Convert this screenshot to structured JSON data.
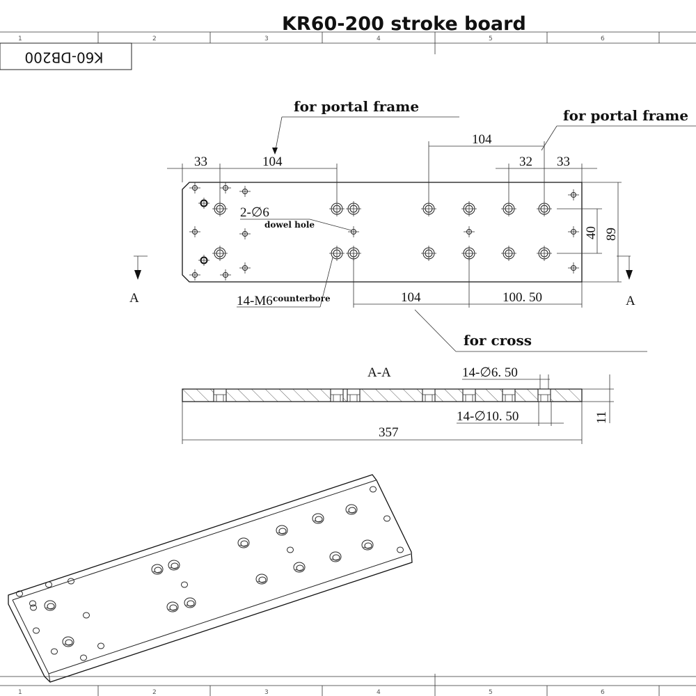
{
  "title": "KR60-200 stroke board",
  "part_number": "K60-DB200",
  "border": {
    "columns": [
      "1",
      "2",
      "3",
      "4",
      "5",
      "6"
    ]
  },
  "callouts": {
    "portal_frame_left": "for portal frame",
    "portal_frame_right": "for portal frame",
    "cross": "for cross",
    "dowel_hole": "dowel hole",
    "counterbore": "counterbore"
  },
  "top_view": {
    "dims": {
      "d33_left": "33",
      "d104_top_left": "104",
      "d104_top_right": "104",
      "d32": "32",
      "d33_right": "33",
      "d40": "40",
      "d89": "89",
      "d104_bottom": "104",
      "d100_50": "100. 50"
    },
    "notes": {
      "dowel": "2-∅6",
      "thread": "14-M6",
      "section_mark_left": "A",
      "section_mark_right": "A"
    }
  },
  "section_view": {
    "label": "A-A",
    "small_hole": "14-∅6. 50",
    "large_hole": "14-∅10. 50",
    "length": "357",
    "thickness": "11"
  }
}
